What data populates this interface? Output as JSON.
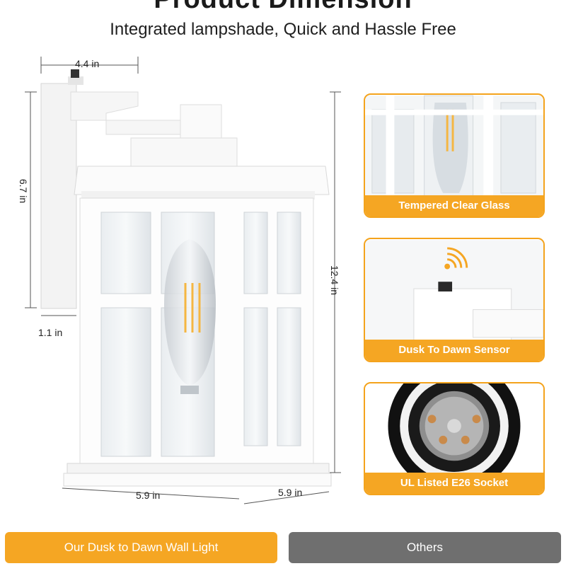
{
  "header": {
    "title": "Product Dimension",
    "subtitle": "Integrated lampshade, Quick and Hassle Free"
  },
  "dimensions": {
    "top_width": "4.4 in",
    "left_height": "6.7 in",
    "base_depth": "1.1 in",
    "total_height": "12.4 in",
    "bottom_width": "5.9 in",
    "bottom_depth": "5.9 in"
  },
  "features": [
    {
      "label": "Tempered Clear Glass",
      "icon": "glass-lantern-closeup"
    },
    {
      "label": "Dusk To Dawn Sensor",
      "icon": "sensor-signal-icon"
    },
    {
      "label": "UL Listed E26 Socket",
      "icon": "e26-socket"
    }
  ],
  "tabs": {
    "ours": "Our Dusk to Dawn Wall Light",
    "others": "Others"
  },
  "colors": {
    "accent": "#f5a623",
    "tab_inactive": "#6f6f6f"
  }
}
